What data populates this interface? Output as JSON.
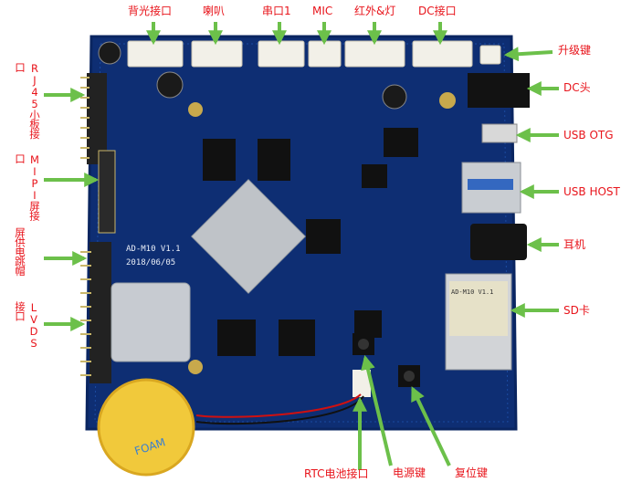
{
  "colors": {
    "label": "#e8141b",
    "arrow": "#6cc04a",
    "pcb": "#0e2e73",
    "pcb_edge": "#123a8a"
  },
  "labels": {
    "backlight": "背光接口",
    "speaker": "喇叭",
    "uart1": "串口1",
    "mic": "MIC",
    "ir_led": "红外&灯",
    "dc_port": "DC接口",
    "upgrade_key": "升级键",
    "dc_jack": "DC头",
    "usb_otg": "USB OTG",
    "usb_host": "USB HOST",
    "earphone": "耳机",
    "sd_card": "SD卡",
    "rtc_battery": "RTC电池接口",
    "power_key": "电源键",
    "reset_key": "复位键",
    "rj45": "RJ45小板接口",
    "mipi": "MIPI屏接口",
    "screen_power_jumper": "屏供电跳帽",
    "lvds": "LVDS接口"
  },
  "board_text": {
    "model": "AD-M10 V1.1",
    "date": "2018/06/05",
    "battery": "FOAM",
    "socket_label": "AD-M10 V1.1"
  }
}
